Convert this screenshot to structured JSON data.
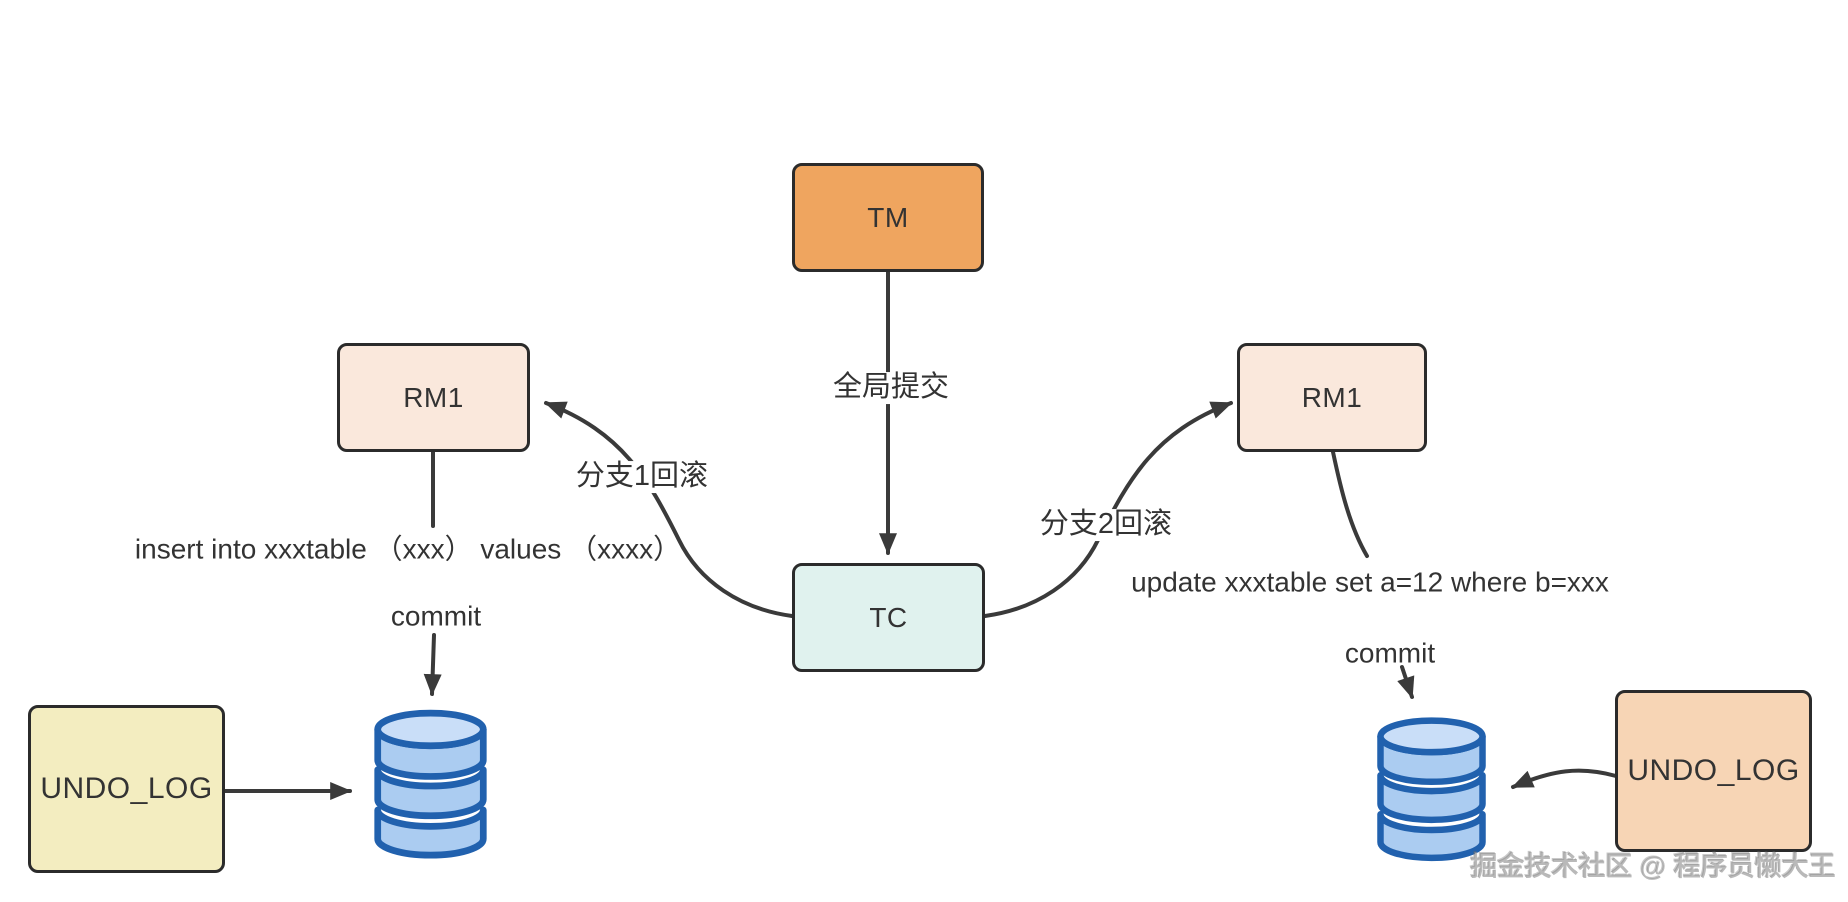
{
  "diagram": {
    "nodes": {
      "tm": {
        "label": "TM",
        "fill": "#efa55f"
      },
      "tc": {
        "label": "TC",
        "fill": "#e0f2ee"
      },
      "rm_left": {
        "label": "RM1",
        "fill": "#fae8dc"
      },
      "rm_right": {
        "label": "RM1",
        "fill": "#fae8dc"
      },
      "undo_left": {
        "label": "UNDO_LOG",
        "fill": "#f3edc0"
      },
      "undo_right": {
        "label": "UNDO_LOG",
        "fill": "#f7d5b5"
      }
    },
    "edge_labels": {
      "global_commit": "全局提交",
      "branch1_rollback": "分支1回滚",
      "branch2_rollback": "分支2回滚"
    },
    "annotations": {
      "sql_left": "insert into xxxtable （xxx） values （xxxx）",
      "commit_left": "commit",
      "sql_right": "update xxxtable set a=12 where b=xxx",
      "commit_right": "commit"
    },
    "watermark": "掘金技术社区 @ 程序员懒大王",
    "colors": {
      "line": "#3a3a3a",
      "node_border": "#2b2b2b",
      "db_stroke": "#2161ae",
      "db_fill": "#abccf1",
      "db_top_fill": "#c9def8"
    }
  }
}
